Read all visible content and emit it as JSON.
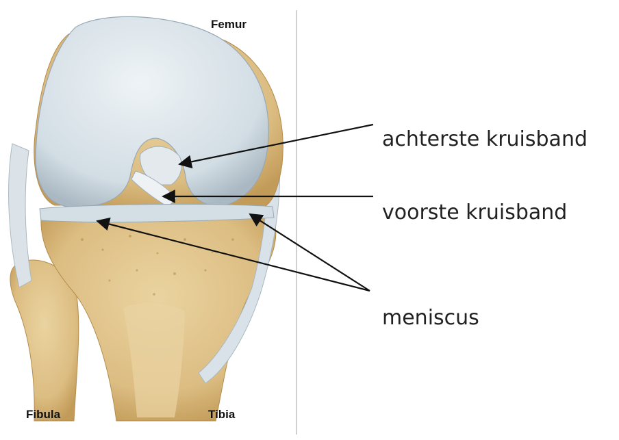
{
  "labels": {
    "femur": "Femur",
    "fibula": "Fibula",
    "tibia": "Tibia"
  },
  "callouts": {
    "posterior_cruciate": "achterste kruisband",
    "anterior_cruciate": "voorste kruisband",
    "meniscus": "meniscus"
  },
  "colors": {
    "bone": "#e0c48c",
    "bone_dark": "#c9a563",
    "cartilage": "#d7e1e7",
    "ligament": "#e6ecef",
    "line": "#111111"
  }
}
